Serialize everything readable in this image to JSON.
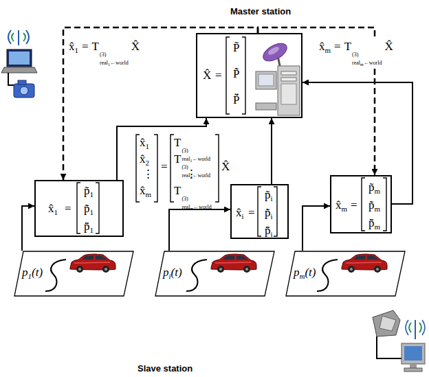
{
  "diagram": {
    "nodes": [
      {
        "text": [
          "X̂",
          "=",
          "P̃",
          "P̃̇",
          "P̃̈"
        ]
      },
      {
        "text": [
          "x̂",
          "1",
          "=",
          "p̃",
          "1",
          "p̃̇",
          "1",
          "p̃̈",
          "1"
        ]
      },
      {
        "text": [
          "x̂",
          "i",
          "=",
          "p̃",
          "i",
          "p̃̇",
          "i",
          "p̃̈",
          "i"
        ]
      },
      {
        "text": [
          "x̂",
          "m",
          "=",
          "p̃",
          "m",
          "p̃̇",
          "m",
          "p̃̈",
          "m"
        ]
      },
      {
        "text": [
          "p",
          "1",
          "(t)"
        ]
      },
      {
        "text": [
          "p",
          "i",
          "(t)"
        ]
      },
      {
        "text": [
          "p",
          "m",
          "(t)"
        ]
      }
    ],
    "edges": [
      {
        "from": 0,
        "to": 1,
        "arrow": "to"
      },
      {
        "from": 0,
        "to": 3,
        "arrow": "to"
      },
      {
        "from": 1,
        "to": 0,
        "arrow": "to"
      },
      {
        "from": 2,
        "to": 0,
        "arrow": "to"
      },
      {
        "from": 3,
        "to": 0,
        "arrow": "to"
      },
      {
        "from": 4,
        "to": 1,
        "arrow": "to"
      },
      {
        "from": 5,
        "to": 2,
        "arrow": "to"
      },
      {
        "from": 6,
        "to": 3,
        "arrow": "to"
      }
    ],
    "labels": [
      "Master station",
      "Slave station",
      "x̂",
      "1",
      "=",
      "T",
      "(3)",
      "real",
      "1",
      "←world",
      "X̂",
      "x̂",
      "m",
      "=",
      "T",
      "(3)",
      "real",
      "m",
      "←world",
      "X̂",
      "x̂",
      "1",
      "x̂",
      "2",
      "⋮",
      "x̂",
      "m",
      "=",
      "T",
      "(3)",
      "real",
      "1",
      "←world",
      "T",
      "(3)",
      "real",
      "2",
      "←world",
      "⋮",
      "T",
      "(3)",
      "real",
      "m",
      "←world",
      "X̂"
    ]
  }
}
